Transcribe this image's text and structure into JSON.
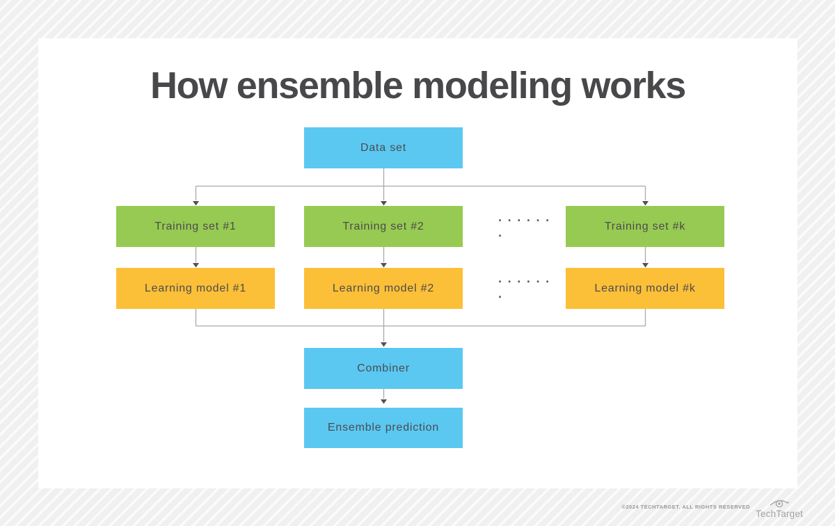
{
  "page_title": "How ensemble modeling works",
  "colors": {
    "node_blue": "#5bc8f2",
    "node_green": "#97ca52",
    "node_orange": "#fcbf38",
    "connector": "#a9a9a9",
    "arrowhead": "#515154",
    "card_bg": "#ffffff",
    "title_text": "#48484b",
    "node_text": "#4b4b4d",
    "footer_text": "#98989a"
  },
  "diagram": {
    "nodes": [
      {
        "id": "data-set",
        "label": "Data set",
        "color_key": "node_blue"
      },
      {
        "id": "training-set-1",
        "label": "Training set #1",
        "color_key": "node_green"
      },
      {
        "id": "training-set-2",
        "label": "Training set #2",
        "color_key": "node_green"
      },
      {
        "id": "training-set-k",
        "label": "Training set #k",
        "color_key": "node_green"
      },
      {
        "id": "learning-model-1",
        "label": "Learning model #1",
        "color_key": "node_orange"
      },
      {
        "id": "learning-model-2",
        "label": "Learning model #2",
        "color_key": "node_orange"
      },
      {
        "id": "learning-model-k",
        "label": "Learning model #k",
        "color_key": "node_orange"
      },
      {
        "id": "combiner",
        "label": "Combiner",
        "color_key": "node_blue"
      },
      {
        "id": "ensemble-prediction",
        "label": "Ensemble prediction",
        "color_key": "node_blue"
      }
    ],
    "ellipsis": {
      "row": "......",
      "single": "."
    }
  },
  "footer": {
    "copyright": "©2024 TECHTARGET. ALL RIGHTS RESERVED",
    "brand": "TechTarget"
  }
}
